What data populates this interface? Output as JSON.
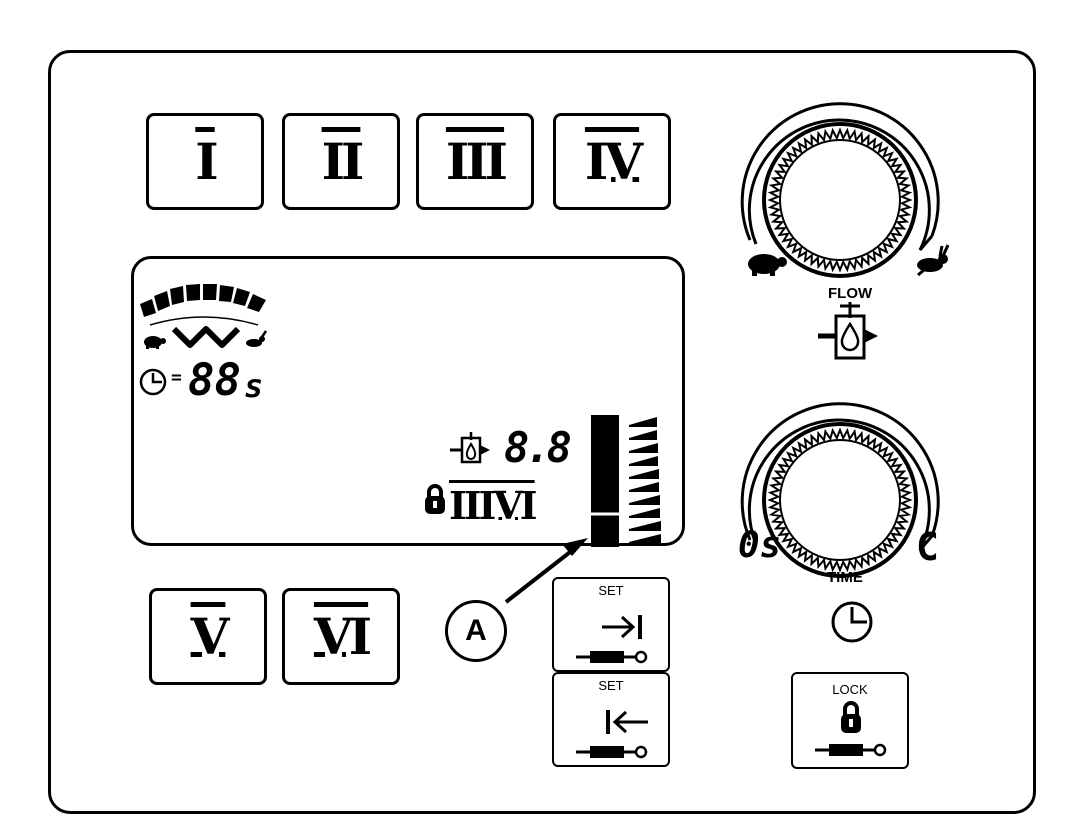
{
  "program_buttons": [
    "I",
    "II",
    "III",
    "IV",
    "V",
    "VI"
  ],
  "lcd": {
    "timer_value": "88",
    "timer_unit": "s",
    "timer_equals": "=",
    "flow_value": "8.8",
    "program_indicator": "IIIVI",
    "bar_level_fraction": 0.25
  },
  "callout": {
    "label": "A"
  },
  "set_in_button": {
    "label": "SET"
  },
  "set_out_button": {
    "label": "SET"
  },
  "lock_button": {
    "label": "LOCK"
  },
  "flow_knob": {
    "label": "FLOW"
  },
  "time_knob": {
    "label": "TIME",
    "min_label": "0s",
    "max_label": "C"
  },
  "icons": [
    "tortoise-icon",
    "hare-icon",
    "flow-valve-icon",
    "clock-icon",
    "lock-icon",
    "cylinder-icon",
    "arrow-to-bar-icon",
    "arrow-from-bar-icon",
    "wave-icon"
  ]
}
